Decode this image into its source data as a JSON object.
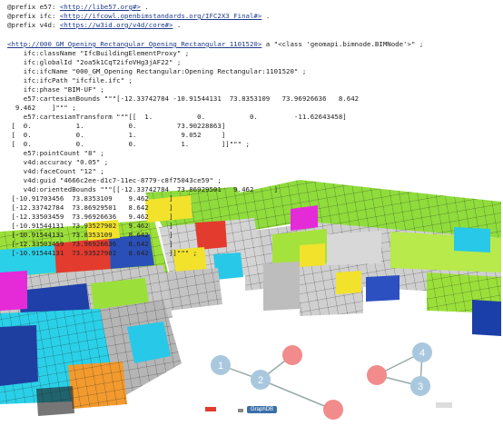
{
  "rdf": {
    "prefix_e57": {
      "kw": "@prefix e57: ",
      "uri": "<http://libe57.org#>",
      "end": " ."
    },
    "prefix_ifc": {
      "kw": "@prefix ifc: ",
      "uri": "<http://ifcowl.openbimstandards.org/IFC2X3_Final#>",
      "end": " ."
    },
    "prefix_v4d": {
      "kw": "@prefix v4d: ",
      "uri": "<https://w3id.org/v4d/core#>",
      "end": " ."
    },
    "subject_uri": "<http://000_GM_Opening_Rectangular_Opening_Rectangular_1101520>",
    "subject_rest": " a \"<class 'geomapi.bimnode.BIMNode'>\" ;",
    "lines": [
      "    ifc:className \"IfcBuildingElementProxy\" ;",
      "    ifc:globalId \"2oa5k1CqT2ifoVHg3jAF22\" ;",
      "    ifc:ifcName \"000_GM_Opening Rectangular:Opening Rectangular:1101520\" ;",
      "    ifc:ifcPath \"ifcfile.ifc\" ;",
      "    ifc:phase \"BIM-UF\" ;",
      "    e57:cartesianBounds \"\"\"[-12.33742784 -10.91544131  73.8353109   73.96926636   8.642",
      "  9.462    ]\"\"\" ;",
      "    e57:cartesianTransform \"\"\"[[  1.           0.           0.         -11.62643458]",
      " [  0.           1.           0.          73.90228863]",
      " [  0.           0.           1.           9.052     ]",
      " [  0.           0.           0.           1.        ]]\"\"\" ;",
      "    e57:pointCount \"8\" ;",
      "    v4d:accuracy \"0.05\" ;",
      "    v4d:faceCount \"12\" ;",
      "    v4d:guid \"4666c2ee-d1c7-11ec-8779-c8f75043ce59\" ;",
      "    v4d:orientedBounds \"\"\"[[-12.33742784  73.86929501   9.462     ]",
      " [-10.91703456  73.8353109    9.462     ]",
      " [-12.33742784  73.86929501   8.642     ]",
      " [-12.33503459  73.96926636   9.462     ]",
      " [-10.91544131  73.93527902   9.462     ]",
      " [-10.91544131  73.8353109    8.642     ]",
      " [-12.33503459  73.96926636   8.642     ]",
      " [-10.91544131  73.93527902   8.642     ]]\"\"\" ;"
    ]
  },
  "graph": {
    "brand": "GraphDB",
    "nodes": [
      {
        "label": "1",
        "color": "#a9c8de"
      },
      {
        "label": "2",
        "color": "#a9c8de"
      },
      {
        "label": "3",
        "color": "#a9c8de"
      },
      {
        "label": "4",
        "color": "#a9c8de"
      },
      {
        "label": "",
        "color": "#f28b8b"
      },
      {
        "label": "",
        "color": "#f28b8b"
      },
      {
        "label": "",
        "color": "#f28b8b"
      }
    ]
  },
  "colors": {
    "green": "#9be03a",
    "grey": "#c8c8c8",
    "cyan": "#28c8e8",
    "blue": "#2b4fb8",
    "red": "#e33b2e",
    "magenta": "#e52ad8",
    "yellow": "#f2e22c",
    "orange": "#f29a2e"
  }
}
